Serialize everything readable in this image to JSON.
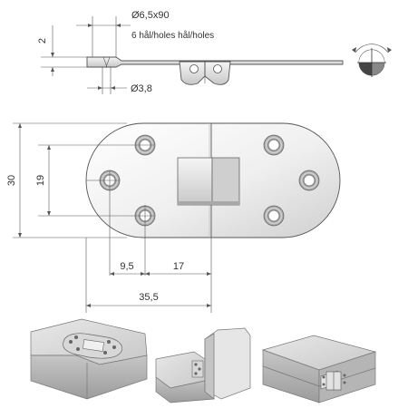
{
  "dimensions": {
    "thickness": "2",
    "countersink": "Ø6,5x90",
    "holes_note": "6 hål/holes hål/holes",
    "hole_diameter": "Ø3,8",
    "height_total": "30",
    "height_holes": "19",
    "offset_a": "9,5",
    "offset_b": "17",
    "length_total": "35,5"
  },
  "colors": {
    "metal_light": "#f2f2f2",
    "metal_mid": "#d9d9d9",
    "metal_dark": "#9a9a9a",
    "wood_top": "#dcdcdc",
    "wood_side": "#bdbdbd",
    "line": "#555555"
  },
  "icons": [
    "rotation-indicator-icon"
  ]
}
